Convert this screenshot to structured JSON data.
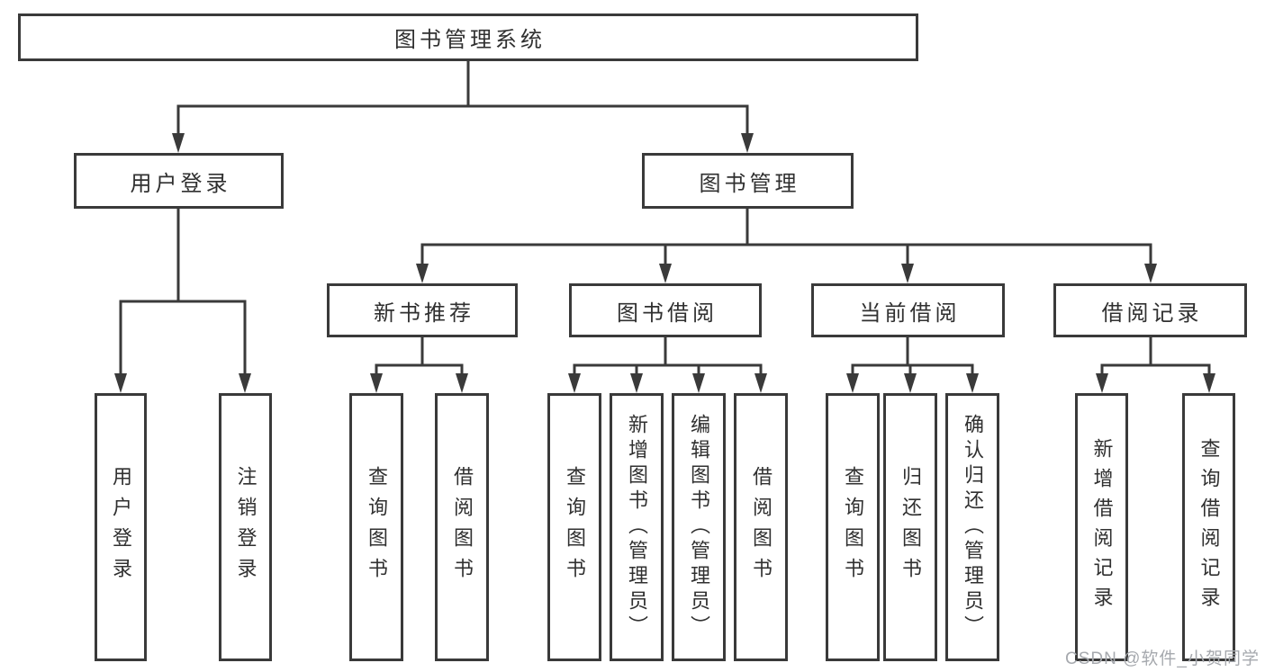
{
  "tree": {
    "root": "图书管理系统",
    "children": [
      {
        "label": "用户登录",
        "children": [
          {
            "label": "用户登录"
          },
          {
            "label": "注销登录"
          }
        ]
      },
      {
        "label": "图书管理",
        "children": [
          {
            "label": "新书推荐",
            "children": [
              {
                "label": "查询图书"
              },
              {
                "label": "借阅图书"
              }
            ]
          },
          {
            "label": "图书借阅",
            "children": [
              {
                "label": "查询图书"
              },
              {
                "label": "新增图书（管理员）"
              },
              {
                "label": "编辑图书（管理员）"
              },
              {
                "label": "借阅图书"
              }
            ]
          },
          {
            "label": "当前借阅",
            "children": [
              {
                "label": "查询图书"
              },
              {
                "label": "归还图书"
              },
              {
                "label": "确认归还（管理员）"
              }
            ]
          },
          {
            "label": "借阅记录",
            "children": [
              {
                "label": "新增借阅记录"
              },
              {
                "label": "查询借阅记录"
              }
            ]
          }
        ]
      }
    ]
  },
  "watermark": "CSDN @软件_小贺同学",
  "colors": {
    "line": "#3a3a3a",
    "text": "#303030",
    "background": "#ffffff",
    "watermark": "#a6a9ae"
  }
}
